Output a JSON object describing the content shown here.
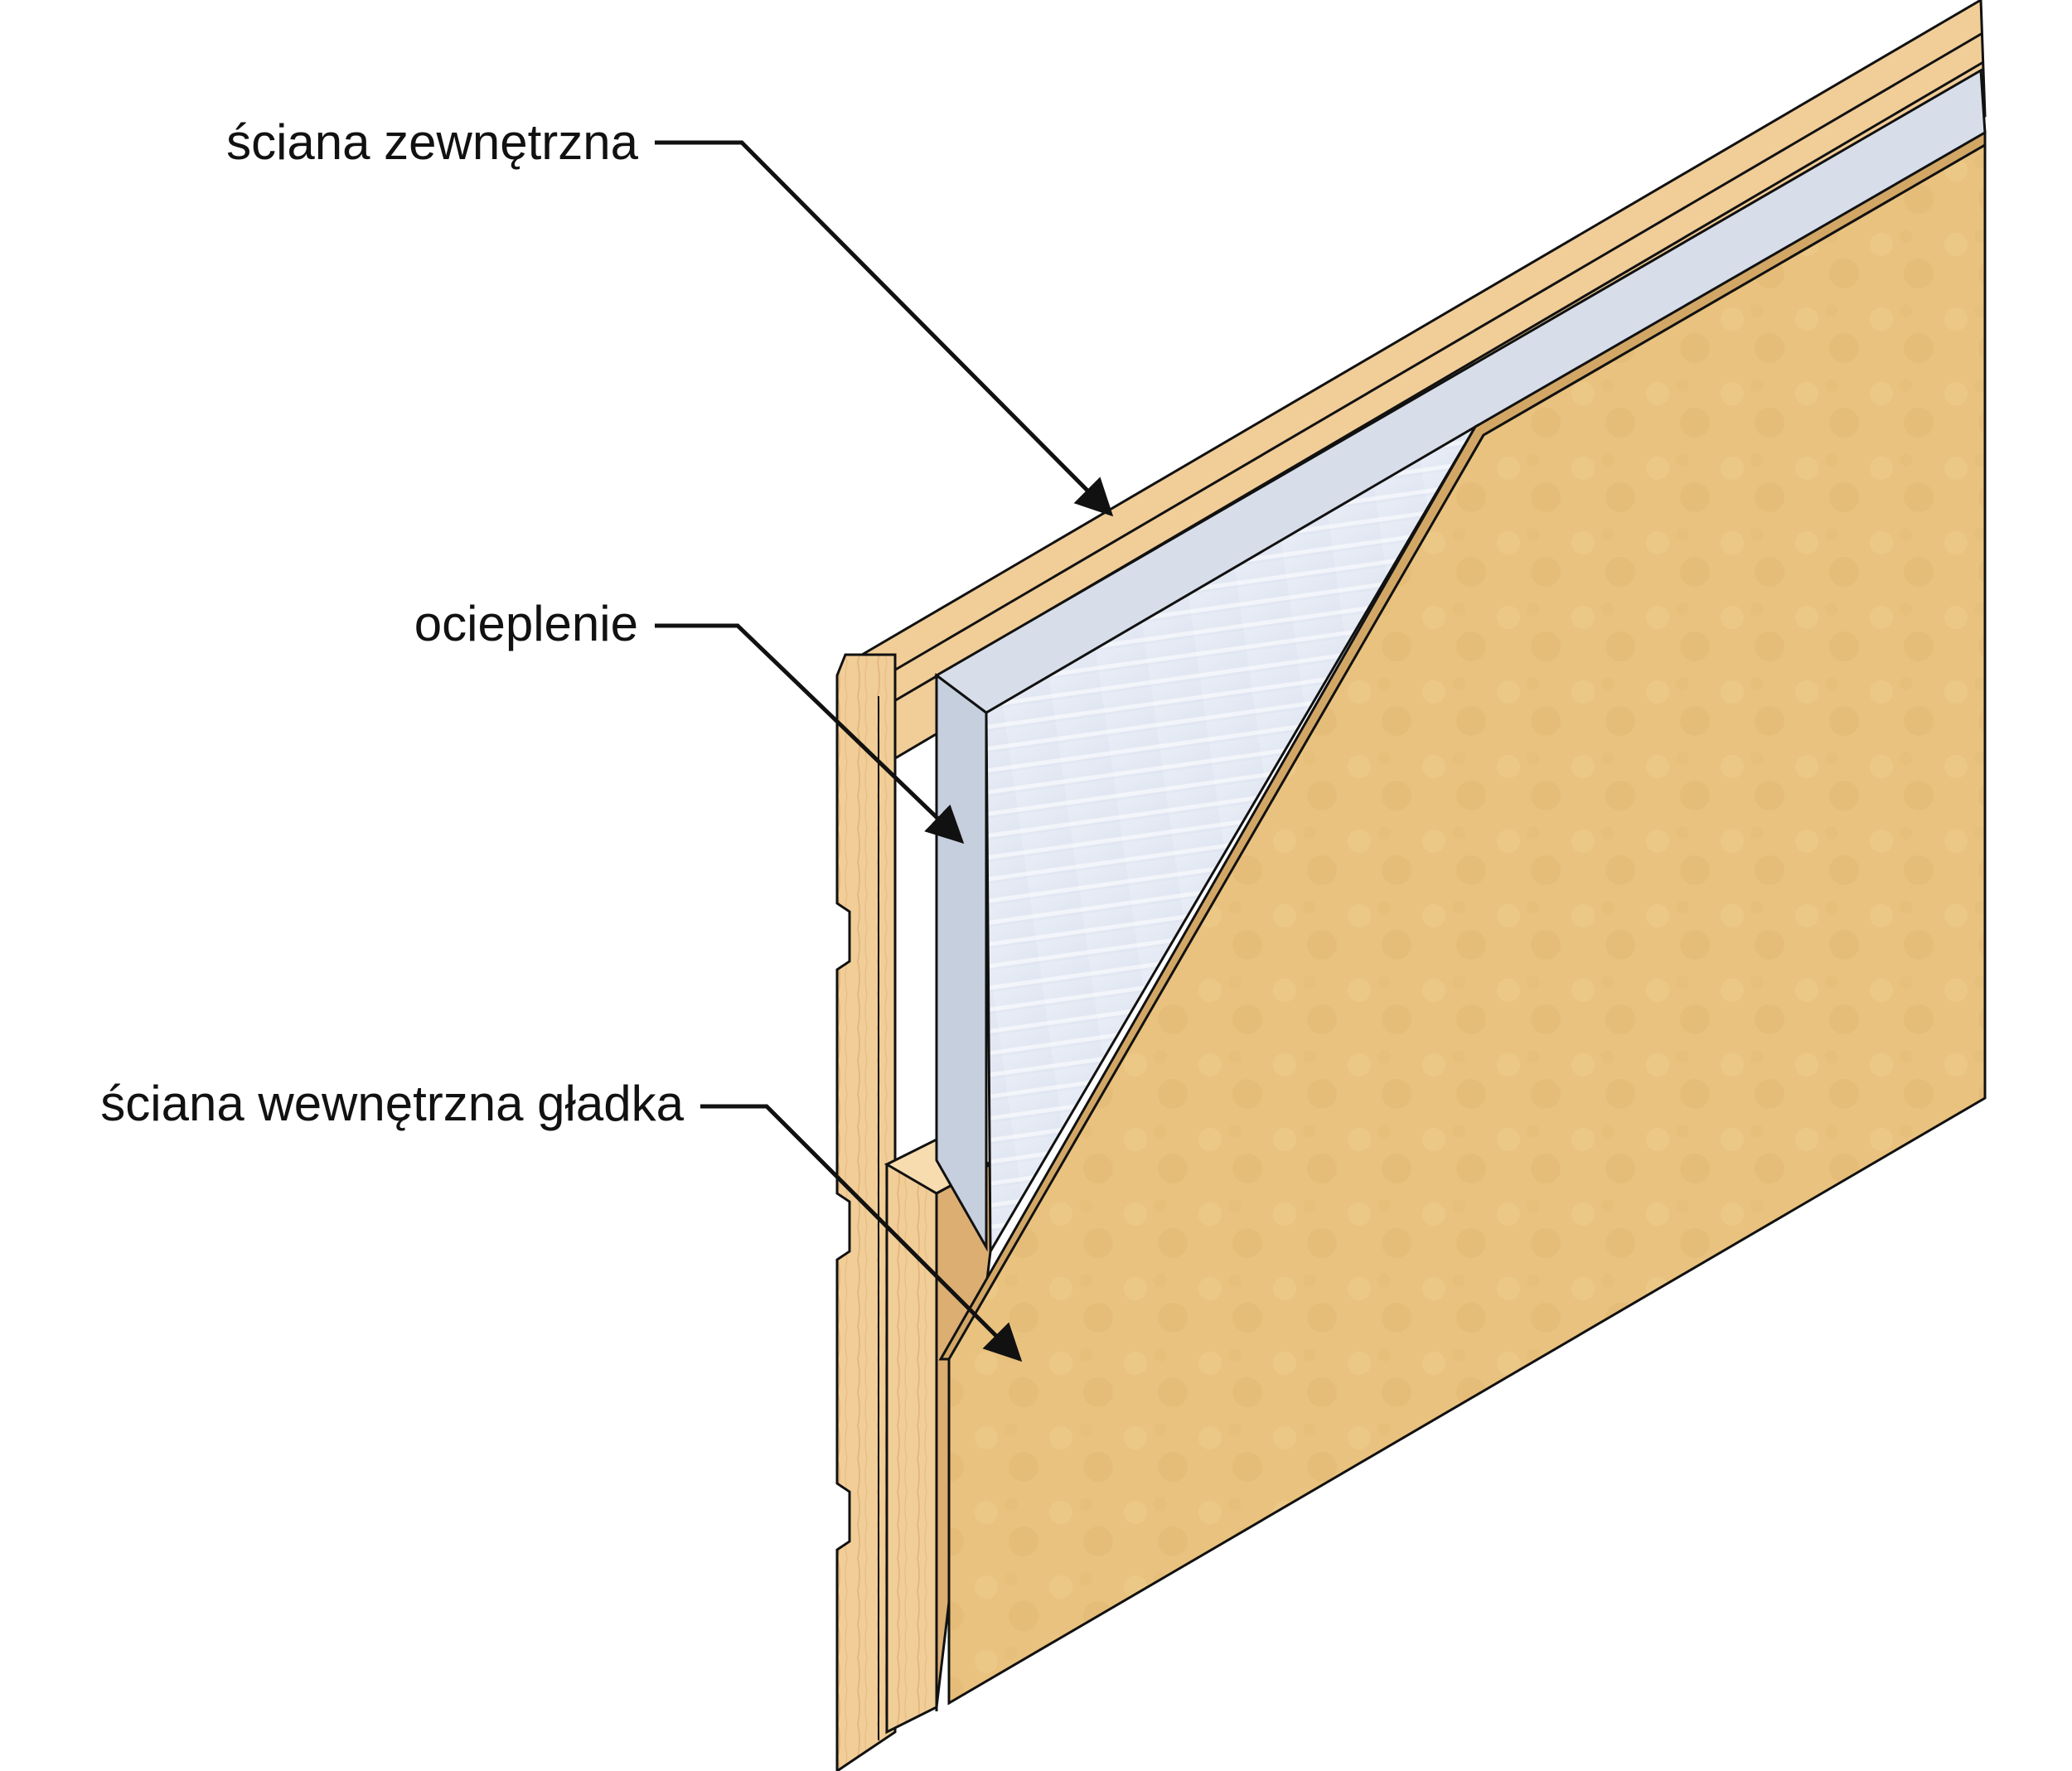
{
  "labels": {
    "exterior_wall": "ściana zewnętrzna",
    "insulation": "ocieplenie",
    "interior_wall": "ściana wewnętrzna gładka"
  },
  "colors": {
    "wood": "#f1cd98",
    "wood_dark": "#dcae72",
    "insulation": "#c6cfdd",
    "insulation_light": "#e6ebf5",
    "board": "#e9c27f",
    "board_edge": "#d2a766",
    "outline": "#111111"
  }
}
